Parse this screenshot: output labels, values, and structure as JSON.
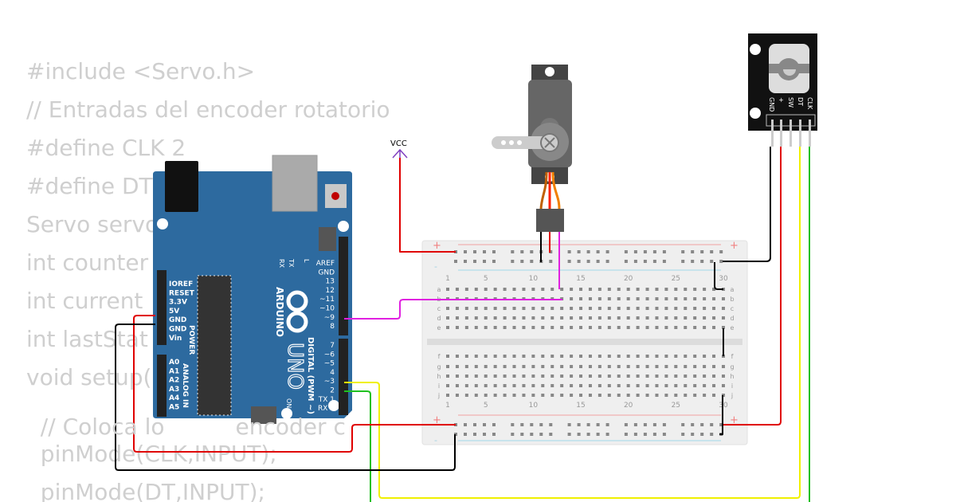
{
  "code_lines": [
    "#include <Servo.h>",
    "// Entradas del encoder rotatorio",
    "#define CLK 2",
    "#define DT",
    "Servo servo",
    "int counter",
    "int current",
    "int lastStat",
    "void setup(",
    "  // Coloca lo          encoder c",
    "  pinMode(CLK,INPUT);",
    "  pinMode(DT,INPUT);"
  ],
  "vcc": {
    "label": "VCC"
  },
  "arduino": {
    "brand": "ARDUINO",
    "model": "UNO",
    "power_label": "POWER",
    "analog_label": "ANALOG IN",
    "digital_label": "DIGITAL (PWM ~)",
    "on_label": "ON",
    "led_labels": [
      "RX",
      "TX",
      "L"
    ],
    "power_pins": [
      "IOREF",
      "RESET",
      "3.3V",
      "5V",
      "GND",
      "GND",
      "Vin"
    ],
    "analog_pins": [
      "A0",
      "A1",
      "A2",
      "A3",
      "A4",
      "A5"
    ],
    "digital_pins_top": [
      "AREF",
      "GND",
      "13",
      "12",
      "~11",
      "~10",
      "~9",
      "8"
    ],
    "digital_pins_bottom": [
      "7",
      "~6",
      "~5",
      "4",
      "~3",
      "2",
      "TX 1",
      "RX 0"
    ]
  },
  "encoder": {
    "pins": [
      "GND",
      "+",
      "SW",
      "DT",
      "CLK"
    ]
  },
  "breadboard": {
    "column_labels": [
      "1",
      "5",
      "10",
      "15",
      "20",
      "25",
      "30"
    ],
    "rows_top": [
      "a",
      "b",
      "c",
      "d",
      "e"
    ],
    "rows_bottom": [
      "f",
      "g",
      "h",
      "i",
      "j"
    ],
    "plus": "+",
    "minus": "-"
  },
  "colors": {
    "board": "#2d6a9f",
    "wire_red": "#e00000",
    "wire_black": "#000000",
    "wire_magenta": "#e020e0",
    "wire_yellow": "#f0f000",
    "wire_green": "#20c020"
  }
}
